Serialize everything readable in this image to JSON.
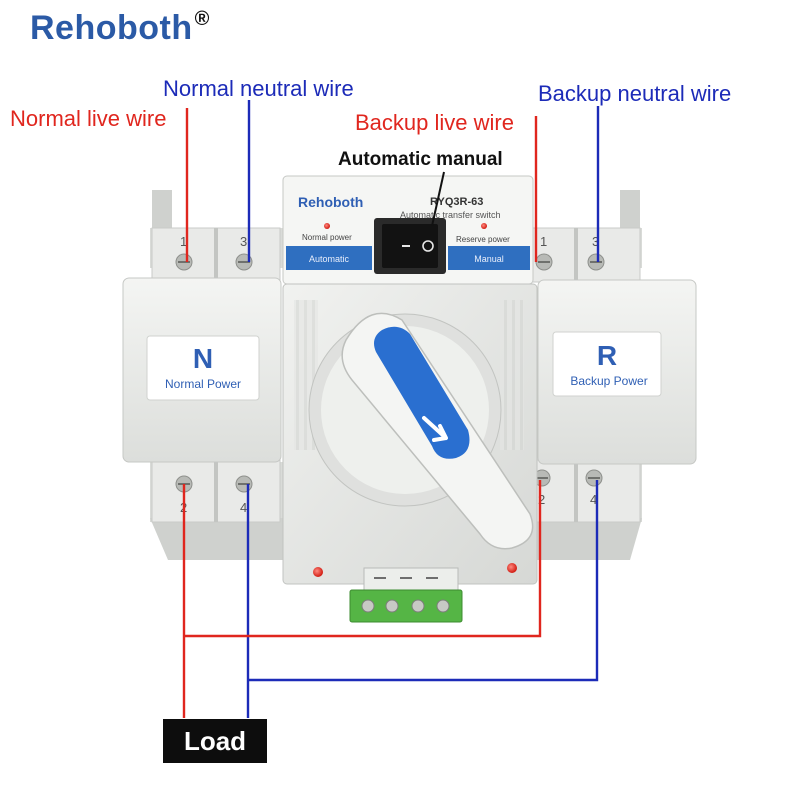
{
  "brand": {
    "name": "Rehoboth",
    "mark": "®",
    "color": "#2b5aa6"
  },
  "wire_labels": {
    "normal_live": "Normal live wire",
    "normal_neutral": "Normal neutral wire",
    "backup_live": "Backup live wire",
    "backup_neutral": "Backup neutral wire",
    "auto_manual": "Automatic manual",
    "load": "Load"
  },
  "colors": {
    "live_wire": "#e0261e",
    "neutral_wire": "#1c2bb8",
    "device_body": "#e6e7e5",
    "panel_blue": "#2f6fc0",
    "handle_blue": "#2a6fd0"
  },
  "device": {
    "brand": "Rehoboth",
    "model": "RYQ3R-63",
    "subtitle": "Automatic transfer switch",
    "normal_power_led": "Normal power",
    "reserve_power_led": "Reserve power",
    "mode_auto": "Automatic",
    "mode_manual": "Manual",
    "left_module": {
      "letter": "N",
      "caption": "Normal Power"
    },
    "right_module": {
      "letter": "R",
      "caption": "Backup Power"
    },
    "terminals": {
      "top_left": [
        "1",
        "3"
      ],
      "top_right": [
        "1",
        "3"
      ],
      "bottom_left": [
        "2",
        "4"
      ],
      "bottom_right": [
        "2",
        "4"
      ]
    },
    "icons": [
      "rocker-switch-icon",
      "rotary-handle-icon",
      "down-right-arrow-icon",
      "terminal-screw-icon",
      "indicator-led-icon"
    ]
  }
}
